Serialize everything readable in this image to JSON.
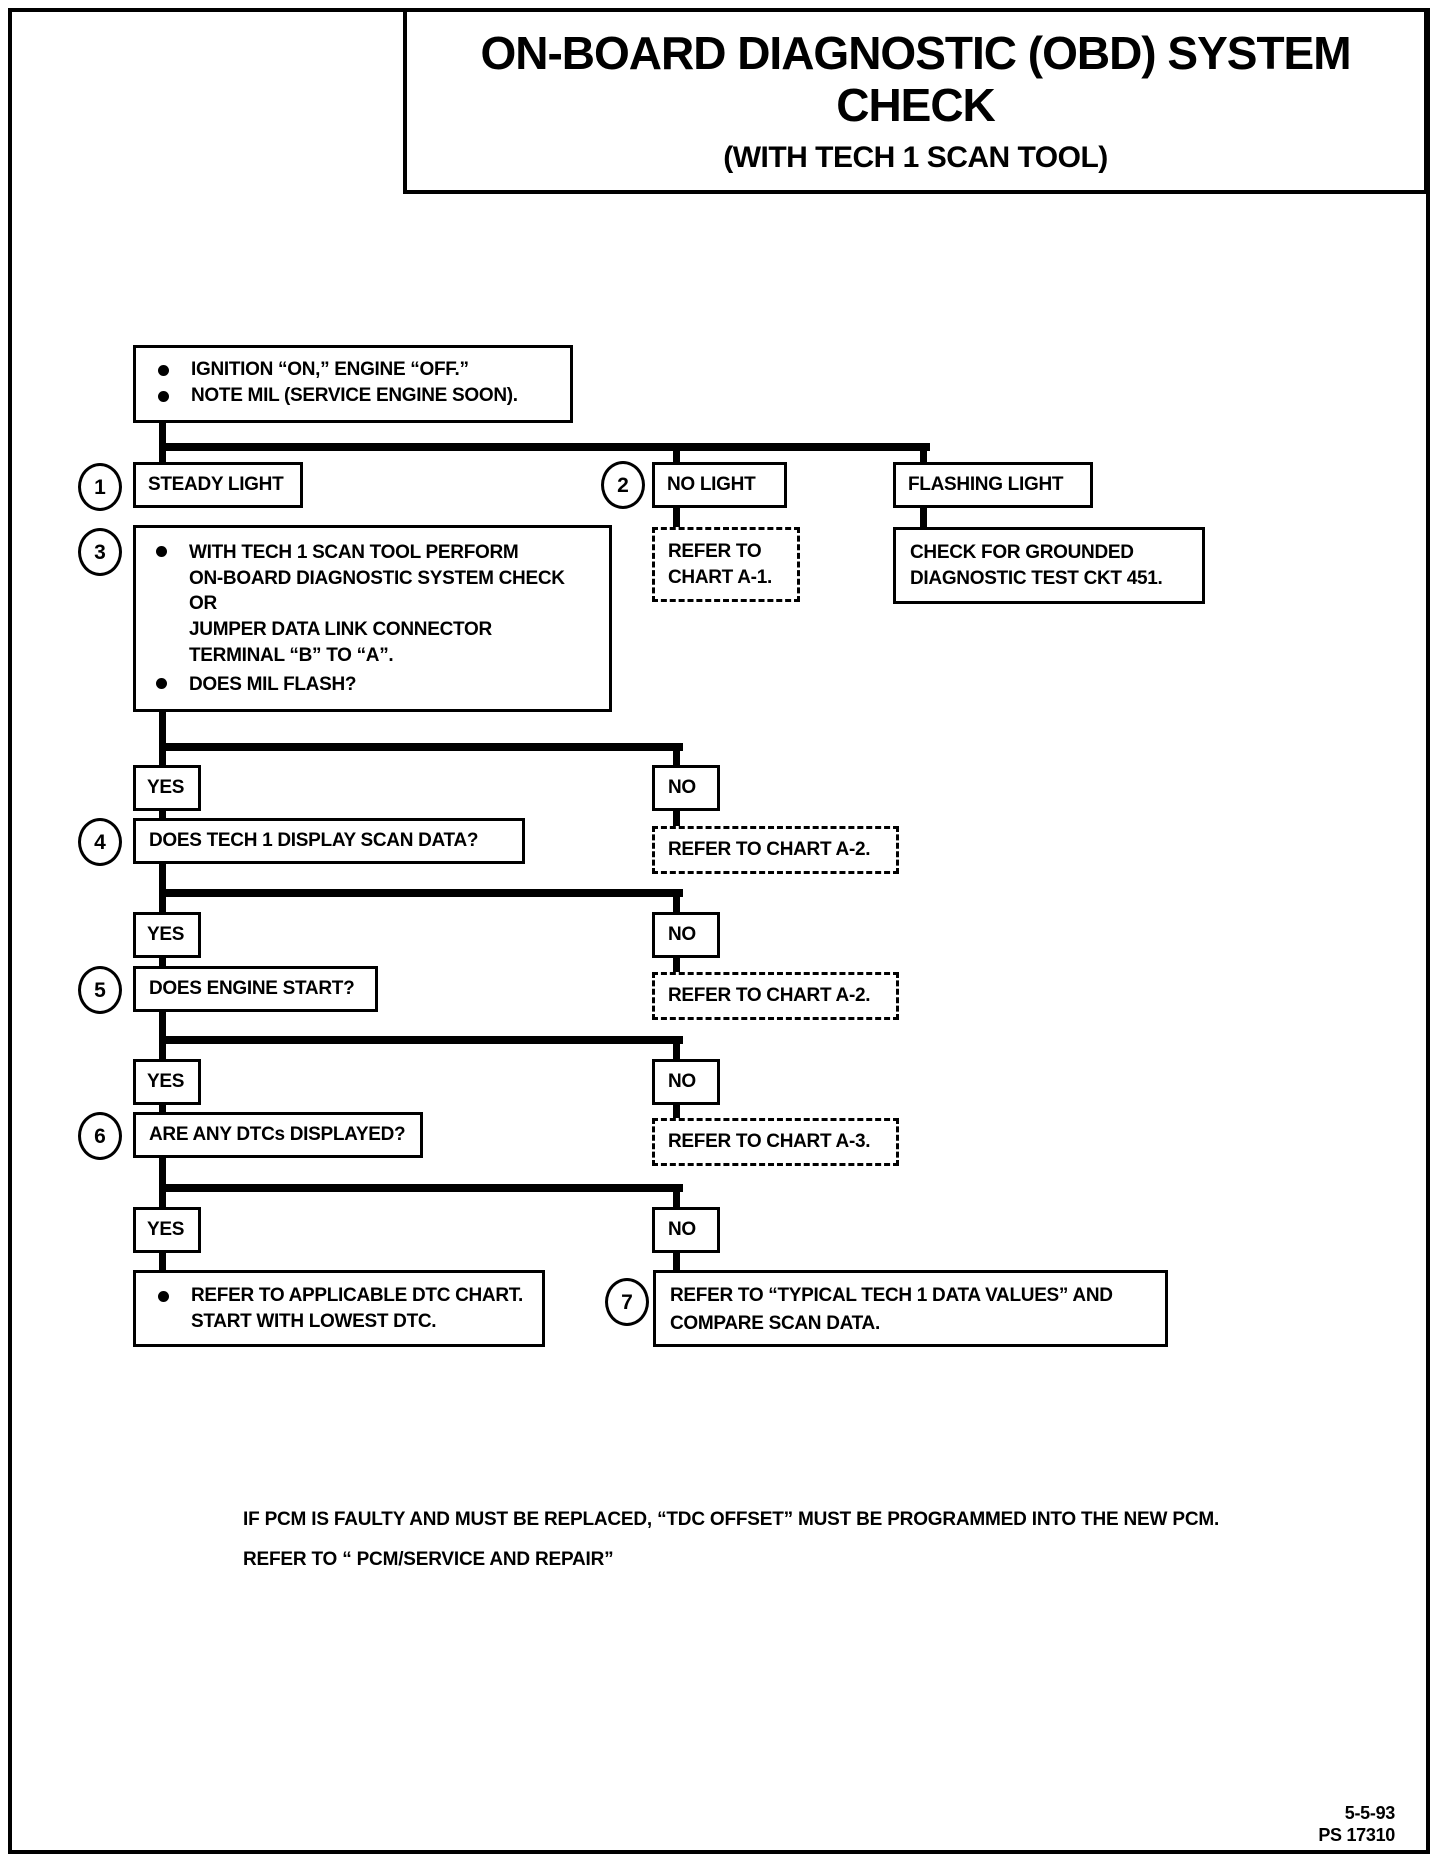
{
  "colors": {
    "ink": "#000000",
    "paper": "#ffffff"
  },
  "title": {
    "line1": "ON-BOARD DIAGNOSTIC (OBD) SYSTEM",
    "line2": "CHECK",
    "subtitle": "(WITH TECH 1 SCAN TOOL)"
  },
  "start_box": {
    "bullets": [
      "IGNITION “ON,” ENGINE  “OFF.”",
      "NOTE MIL (SERVICE ENGINE SOON)."
    ]
  },
  "lights": {
    "steady": {
      "num": "1",
      "label": "STEADY LIGHT"
    },
    "none": {
      "num": "2",
      "label": "NO LIGHT"
    },
    "flashing": {
      "label": "FLASHING LIGHT"
    }
  },
  "step3": {
    "num": "3",
    "bullet1": [
      "WITH TECH 1 SCAN TOOL PERFORM",
      "ON-BOARD DIAGNOSTIC SYSTEM CHECK",
      "OR",
      "JUMPER DATA LINK CONNECTOR",
      "TERMINAL “B” TO “A”."
    ],
    "bullet2": "DOES MIL FLASH?"
  },
  "no_light_action": {
    "line1": "REFER TO",
    "line2": "CHART A-1."
  },
  "flashing_action": {
    "line1": "CHECK FOR GROUNDED",
    "line2": "DIAGNOSTIC TEST CKT 451."
  },
  "labels": {
    "yes": "YES",
    "no": "NO"
  },
  "step4": {
    "num": "4",
    "question": "DOES TECH 1 DISPLAY SCAN DATA?",
    "no_action": "REFER TO CHART A-2."
  },
  "step5": {
    "num": "5",
    "question": "DOES ENGINE START?",
    "no_action": "REFER TO CHART A-2."
  },
  "step6": {
    "num": "6",
    "question": "ARE ANY DTCs DISPLAYED?",
    "no_action": "REFER TO CHART A-3."
  },
  "final_yes_action": {
    "line1": "REFER TO APPLICABLE DTC CHART.",
    "line2": "START WITH LOWEST DTC."
  },
  "step7": {
    "num": "7",
    "line1": "REFER TO “TYPICAL TECH 1 DATA VALUES” AND",
    "line2": "COMPARE SCAN DATA."
  },
  "footnote": {
    "line1": "IF PCM IS FAULTY AND MUST BE REPLACED, “TDC OFFSET” MUST BE PROGRAMMED INTO THE NEW PCM.",
    "line2": "REFER TO “ PCM/SERVICE AND  REPAIR”"
  },
  "footer": {
    "date": "5-5-93",
    "doc_id": "PS 17310"
  }
}
